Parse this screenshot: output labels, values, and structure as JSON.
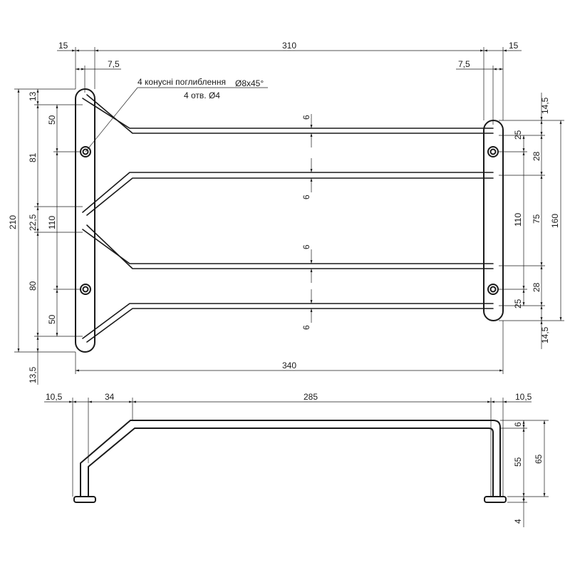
{
  "note": {
    "line1": "4 конусні поглиблення",
    "line1_dia": "Ø8x45°",
    "line2": "4 отв. Ø4"
  },
  "top_view": {
    "top": {
      "left_w": "15",
      "span": "310",
      "right_w": "15",
      "left_hole": "7,5",
      "right_hole": "7,5"
    },
    "left": {
      "total": "210",
      "d13": "13",
      "d50a": "50",
      "d81": "81",
      "d22_5": "22,5",
      "d110": "110",
      "d80": "80",
      "d50b": "50",
      "d13_5": "13,5"
    },
    "right": {
      "d14_5a": "14,5",
      "d25a": "25",
      "d28a": "28",
      "d110": "110",
      "d75": "75",
      "d160": "160",
      "d28b": "28",
      "d25b": "25",
      "d14_5b": "14,5"
    },
    "rods": {
      "d6a": "6",
      "d6b": "6",
      "d6c": "6",
      "d6d": "6"
    },
    "bottom": {
      "total": "340"
    }
  },
  "side_view": {
    "top": {
      "d10_5a": "10,5",
      "d34": "34",
      "d285": "285",
      "d10_5b": "10,5"
    },
    "right": {
      "d6": "6",
      "d55": "55",
      "d65": "65",
      "d4": "4"
    }
  }
}
